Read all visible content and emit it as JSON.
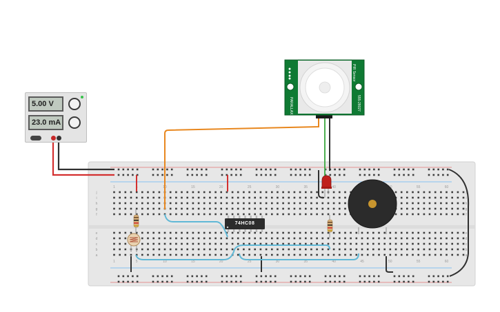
{
  "power_supply": {
    "voltage_display": "5.00 V",
    "current_display": "23.0 mA",
    "led_color": "#35c24a"
  },
  "ic_chip": {
    "label": "74HC08"
  },
  "pir_sensor": {
    "label_top": "PIR Sensor",
    "label_model": "555-28027",
    "label_brand": "PARALLAX"
  },
  "breadboard": {
    "row_letters_top": [
      "j",
      "i",
      "h",
      "g",
      "f"
    ],
    "row_letters_bottom": [
      "e",
      "d",
      "c",
      "b",
      "a"
    ],
    "column_numbers_top": [
      "1",
      "5",
      "10",
      "15",
      "20",
      "25",
      "30",
      "35",
      "40",
      "45",
      "50",
      "55",
      "60"
    ],
    "column_numbers_bottom": [
      "1",
      "5",
      "10",
      "15",
      "20",
      "25",
      "30",
      "35",
      "40",
      "45",
      "50",
      "55",
      "60"
    ]
  },
  "colors": {
    "wire_red": "#d32f2f",
    "wire_black": "#303030",
    "wire_orange": "#e8871e",
    "wire_blue": "#5fb8d6",
    "wire_green": "#4caf50",
    "breadboard": "#e7e7e7",
    "pir_board": "#0f7a33",
    "buzzer": "#2b2b2b",
    "led": "#c0201c",
    "chip": "#2c2c2c"
  }
}
